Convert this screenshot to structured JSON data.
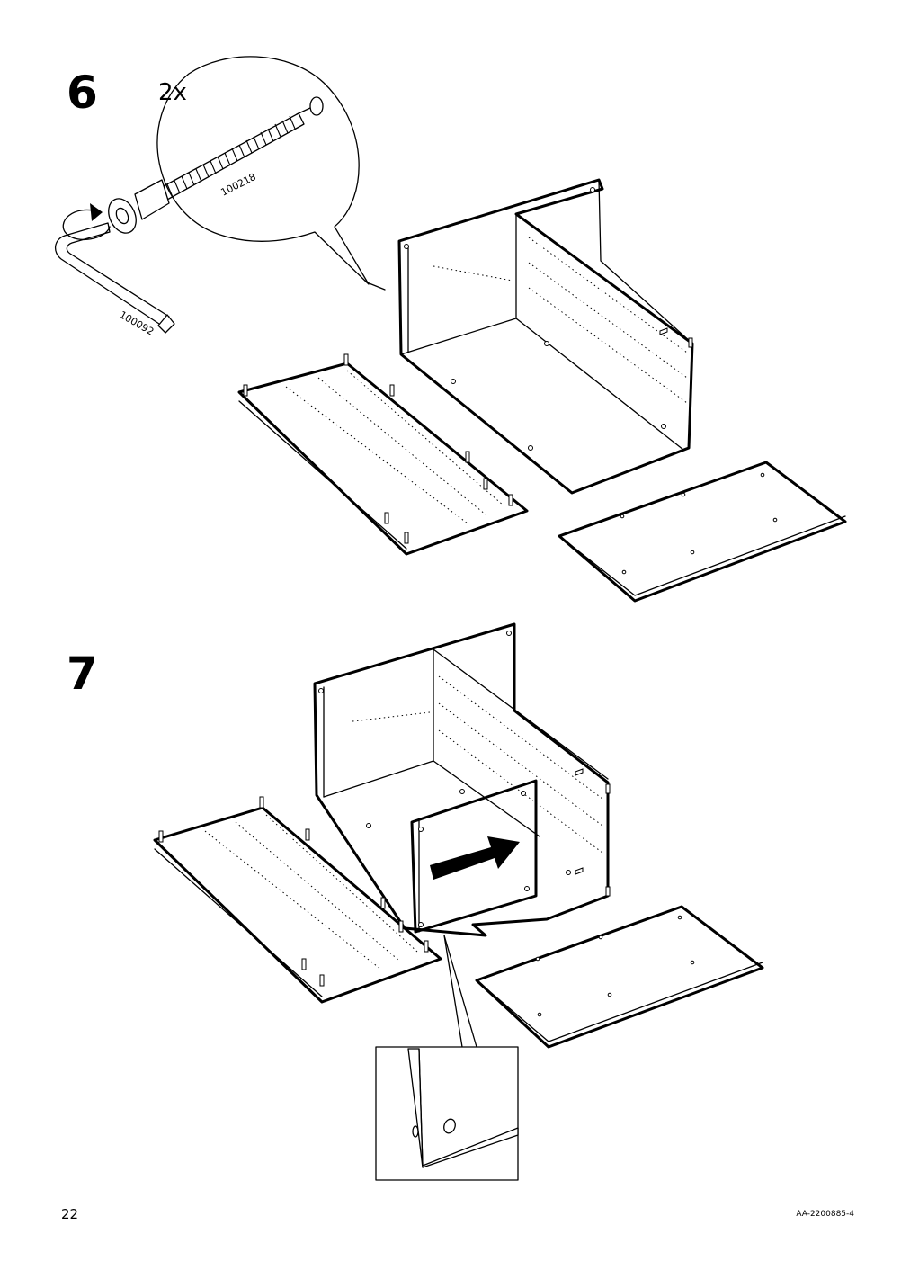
{
  "steps": [
    {
      "number": "6",
      "quantity": "2x",
      "parts": [
        "100218",
        "100092"
      ]
    },
    {
      "number": "7"
    }
  ],
  "footer": {
    "page_number": "22",
    "document_code": "AA-2200885-4"
  }
}
